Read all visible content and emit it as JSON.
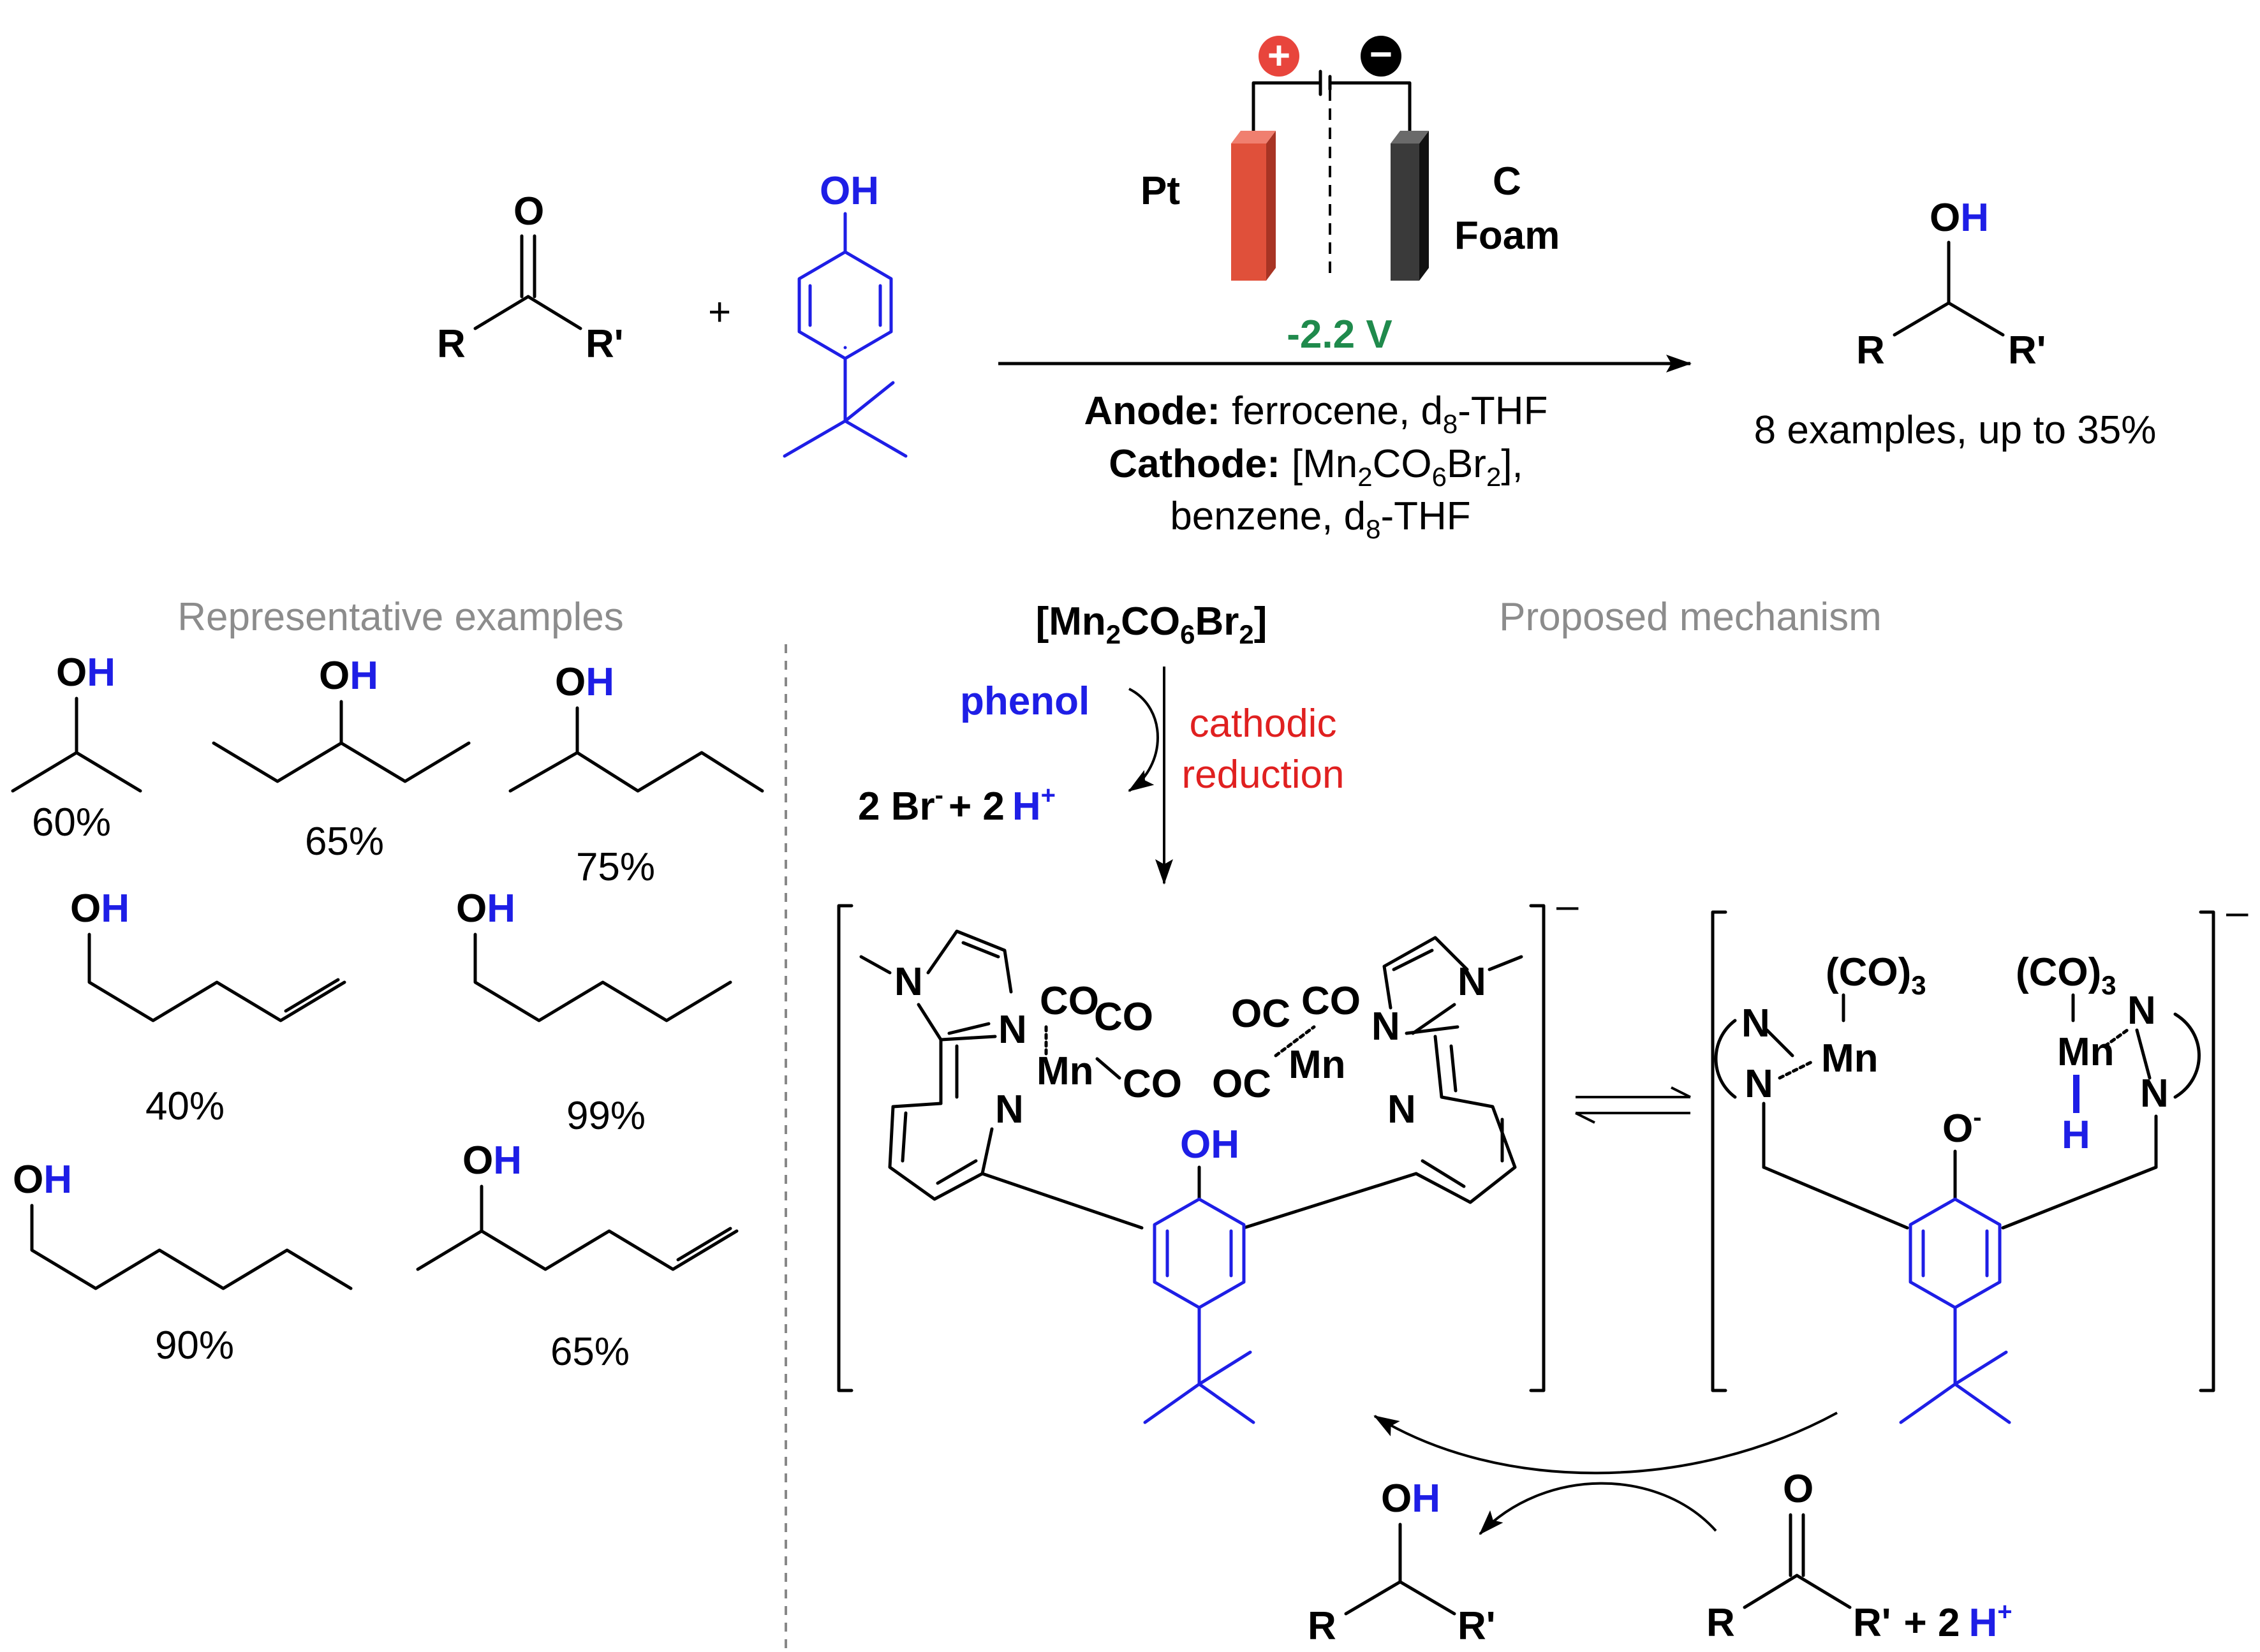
{
  "top_reaction": {
    "ketone": {
      "o": "O",
      "r": "R",
      "r2": "R'"
    },
    "plus": "+",
    "phenol": {
      "o": "O",
      "h": "H"
    },
    "electrodes": {
      "anode_label": "Pt",
      "cathode_label_1": "C",
      "cathode_label_2": "Foam",
      "plus_sign": "+",
      "minus_sign": "−"
    },
    "voltage": "-2.2 V",
    "conditions": {
      "anode_head": "Anode:",
      "anode_text": "ferrocene, d",
      "anode_sub": "8",
      "anode_tail": "-THF",
      "cathode_head": "Cathode:",
      "cathode_text_1": "[Mn",
      "cathode_sub_1": "2",
      "cathode_text_2": "CO",
      "cathode_sub_2": "6",
      "cathode_text_3": "Br",
      "cathode_sub_3": "2",
      "cathode_text_4": "],",
      "line3_text": "benzene, d",
      "line3_sub": "8",
      "line3_tail": "-THF"
    },
    "product": {
      "o": "O",
      "h": "H",
      "r": "R",
      "r2": "R'"
    },
    "product_note": "8 examples, up to 35%"
  },
  "examples": {
    "heading": "Representative examples",
    "o": "O",
    "h": "H",
    "yields": [
      "60%",
      "65%",
      "75%",
      "40%",
      "99%",
      "90%",
      "65%"
    ]
  },
  "mechanism": {
    "heading": "Proposed mechanism",
    "catalyst": {
      "t1": "[Mn",
      "s1": "2",
      "t2": "CO",
      "s2": "6",
      "t3": "Br",
      "s3": "2",
      "t4": "]"
    },
    "phenol_label": "phenol",
    "reduction_1": "cathodic",
    "reduction_2": "reduction",
    "byproduct": {
      "t1": "2 Br",
      "sup1": "-",
      "t2": "+ 2",
      "h": "H",
      "sup2": "+"
    },
    "complex1": {
      "n": "N",
      "mn": "Mn",
      "co": "CO",
      "oc": "OC",
      "o": "O",
      "h": "H",
      "charge": "–"
    },
    "complex2": {
      "n": "N",
      "mn": "Mn",
      "co3": "(CO)",
      "co3_sub": "3",
      "o": "O",
      "o_sup": "-",
      "h": "H",
      "charge": "–"
    },
    "regen_product": {
      "o": "O",
      "h": "H",
      "r": "R",
      "r2": "R'"
    },
    "substrate": {
      "o": "O",
      "r": "R",
      "r2": "R'",
      "plus": "+ 2",
      "h": "H",
      "sup": "+"
    }
  }
}
